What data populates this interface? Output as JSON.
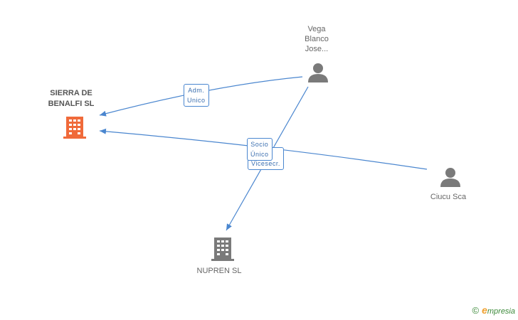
{
  "colors": {
    "edge": "#4a86cf",
    "company_main": "#f06a3a",
    "company": "#7a7a7a",
    "person": "#7a7a7a"
  },
  "nodes": {
    "sierra": {
      "label": "SIERRA DE\nBENALFI SL",
      "icon": "building-icon"
    },
    "vega": {
      "label": "Vega\nBlanco\nJose...",
      "icon": "person-icon"
    },
    "ciucu": {
      "label": "Ciucu Sca",
      "icon": "person-icon"
    },
    "nupren": {
      "label": "NUPREN SL",
      "icon": "building-icon"
    }
  },
  "edges": {
    "adm": "Adm.\nUnico",
    "socio": "Socio\nÚnico",
    "vicesecr": ".\nVicesecr."
  },
  "brand": {
    "copyright": "©",
    "name": "mpresia",
    "initial": "e"
  }
}
